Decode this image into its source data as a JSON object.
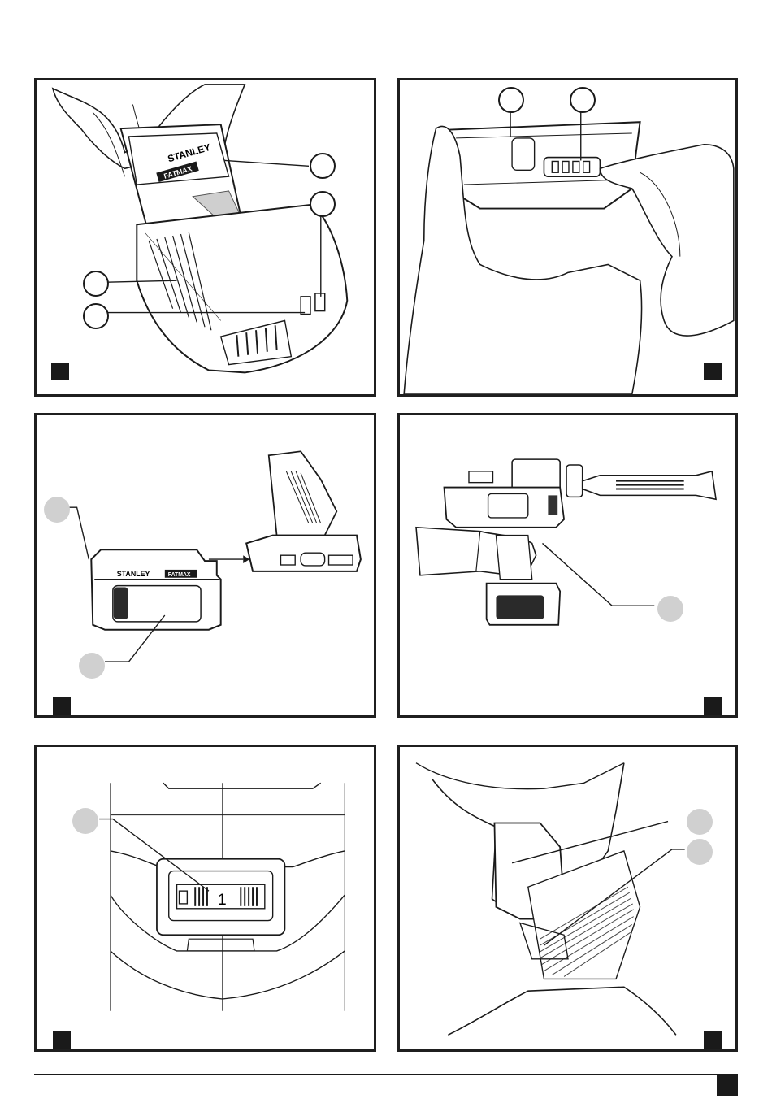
{
  "figures": [
    {
      "name": "figure-a",
      "brand_text": [
        "STANLEY",
        "FATMAX"
      ],
      "callout_style": "outline",
      "callouts": 4
    },
    {
      "name": "figure-b",
      "callout_style": "outline",
      "callouts": 2
    },
    {
      "name": "figure-c",
      "brand_text": [
        "STANLEY",
        "FATMAX"
      ],
      "callout_style": "grey",
      "callouts": 2
    },
    {
      "name": "figure-d",
      "callout_style": "grey",
      "callouts": 1
    },
    {
      "name": "figure-e",
      "callout_style": "grey",
      "callouts": 1,
      "gear_label": "1"
    },
    {
      "name": "figure-f",
      "callout_style": "grey",
      "callouts": 2
    }
  ],
  "colors": {
    "ink": "#1a1a1a",
    "grey_callout": "#d0d0d0",
    "shade": "#bdbdbd"
  }
}
